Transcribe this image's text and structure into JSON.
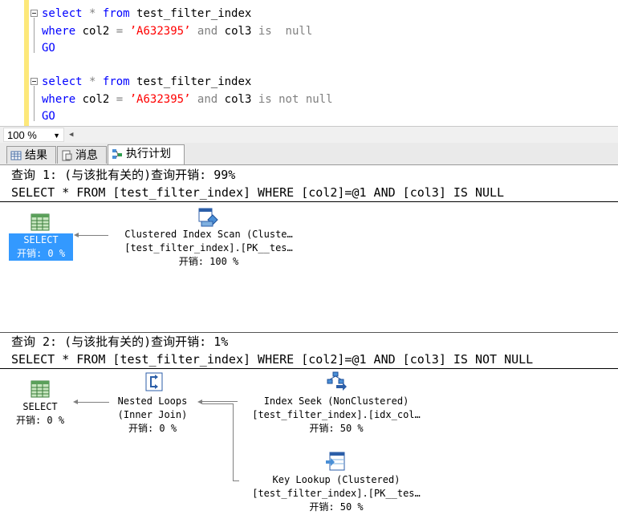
{
  "editor": {
    "queries": [
      {
        "line1": {
          "kw1": "select",
          "star": "*",
          "kw2": "from",
          "table": "test_filter_index"
        },
        "line2": {
          "kw": "where",
          "col": "col2",
          "eq": "=",
          "val": "’A632395’",
          "and": "and",
          "col3": "col3",
          "cond": "is  null"
        },
        "line3": "GO"
      },
      {
        "line1": {
          "kw1": "select",
          "star": "*",
          "kw2": "from",
          "table": "test_filter_index"
        },
        "line2": {
          "kw": "where",
          "col": "col2",
          "eq": "=",
          "val": "’A632395’",
          "and": "and",
          "col3": "col3",
          "cond": "is not null"
        },
        "line3": "GO"
      }
    ]
  },
  "zoom": {
    "value": "100 %"
  },
  "tabs": [
    {
      "label": "结果",
      "icon": "grid-icon"
    },
    {
      "label": "消息",
      "icon": "message-icon"
    },
    {
      "label": "执行计划",
      "icon": "plan-icon",
      "active": true
    }
  ],
  "plan": {
    "query1": {
      "header": "查询 1: (与该批有关的)查询开销: 99%",
      "sql": "SELECT * FROM [test_filter_index] WHERE [col2]=@1 AND [col3] IS NULL",
      "select_node": {
        "label": "SELECT",
        "cost": "开销: 0 %"
      },
      "scan_node": {
        "label": "Clustered Index Scan (Cluste…",
        "object": "[test_filter_index].[PK__tes…",
        "cost": "开销: 100 %"
      }
    },
    "query2": {
      "header": "查询 2: (与该批有关的)查询开销: 1%",
      "sql": "SELECT * FROM [test_filter_index] WHERE [col2]=@1 AND [col3] IS NOT NULL",
      "select_node": {
        "label": "SELECT",
        "cost": "开销: 0 %"
      },
      "loops_node": {
        "label": "Nested Loops",
        "sub": "(Inner Join)",
        "cost": "开销: 0 %"
      },
      "seek_node": {
        "label": "Index Seek (NonClustered)",
        "object": "[test_filter_index].[idx_col…",
        "cost": "开销: 50 %"
      },
      "lookup_node": {
        "label": "Key Lookup (Clustered)",
        "object": "[test_filter_index].[PK__tes…",
        "cost": "开销: 50 %"
      }
    }
  }
}
